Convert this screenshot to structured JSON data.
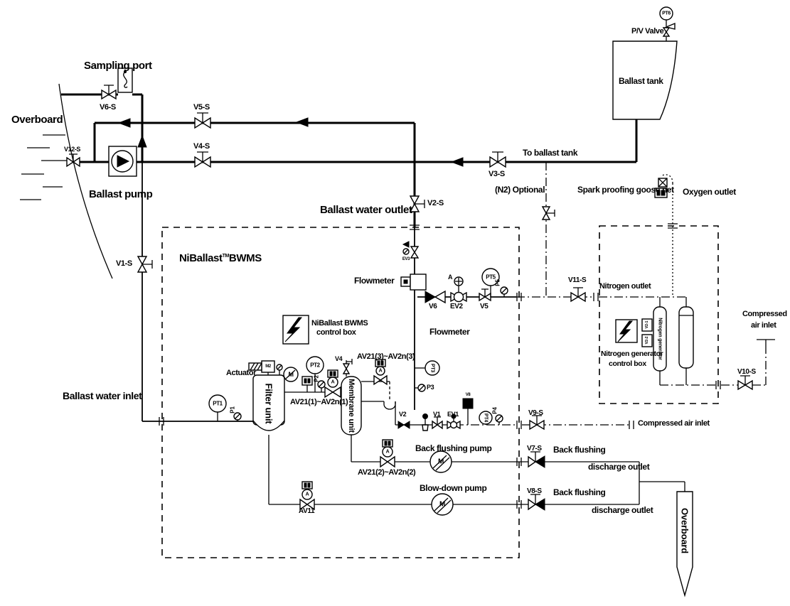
{
  "labels": {
    "sampling_port": "Sampling port",
    "overboard_sea": "Overboard",
    "v6_s": "V6-S",
    "v5_s": "V5-S",
    "v4_s": "V4-S",
    "v12_s": "V12-S",
    "v3_s": "V3-S",
    "v2_s": "V2-S",
    "v1_s": "V1-S",
    "ballast_pump": "Ballast pump",
    "to_ballast_tank": "To ballast tank",
    "pv_valve": "P/V Valve",
    "pt6": "PT6",
    "ballast_tank": "Ballast tank",
    "n2_optional": "(N2) Optional",
    "spark_net": "Spark proofing goose net",
    "oxygen_outlet": "Oxygen outlet",
    "ballast_water_outlet": "Ballast water outlet",
    "niballast_name": "NiBallast",
    "niballast_tm": "TM",
    "niballast_suffix": "BWMS",
    "flowmeter_upper": "Flowmeter",
    "flowmeter_lower": "Flowmeter",
    "ev3": "EV3",
    "v6": "V6",
    "ev2": "EV2",
    "v5": "V5",
    "pt5": "PT5",
    "p5": "P5",
    "v11_s": "V11-S",
    "nitrogen_outlet": "Nitrogen outlet",
    "bwms_ctrl_1": "NiBallast BWMS",
    "bwms_ctrl_2": "control box",
    "av21_3": "AV21(3)~AV2n(3)",
    "pt3": "PT3",
    "p3": "P3",
    "actuator": "Actuator",
    "m2": "M2",
    "pump_m": "M",
    "pt2": "PT2",
    "v4": "V4",
    "pt1": "PT1",
    "p1": "P1",
    "p2": "P2",
    "av21_1": "AV21(1)~AV2n(1)",
    "filter_unit": "Filter unit",
    "membrane_unit": "Membrane unit",
    "ballast_water_inlet": "Ballast water inlet",
    "v2": "V2",
    "v1": "V1",
    "ev1": "EV1",
    "v8_tag": "V8",
    "pt4": "PT4",
    "p4": "P4",
    "v9_s": "V9-S",
    "compressed_air_inlet_mid": "Compressed air inlet",
    "v7_s": "V7-S",
    "back_flushing_1": "Back flushing",
    "discharge_outlet_1": "discharge outlet",
    "back_flushing_pump": "Back flushing pump",
    "av21_2": "AV21(2)~AV2n(2)",
    "blow_down_pump": "Blow-down pump",
    "av11": "AV11",
    "v8_s": "V8-S",
    "back_flushing_2": "Back flushing",
    "discharge_outlet_2": "discharge outlet",
    "overboard_discharge": "Overboard",
    "nitrogen_generator_vessel": "Nitrogen generator",
    "n2_ctrl_1": "Nitrogen generator",
    "n2_ctrl_2": "control box",
    "n2_box_tag_1": "V2-1",
    "n2_box_tag_2": "V2-2",
    "compressed_1": "Compressed",
    "compressed_2": "air inlet",
    "v10_s": "V10-S",
    "act_a": "A"
  }
}
